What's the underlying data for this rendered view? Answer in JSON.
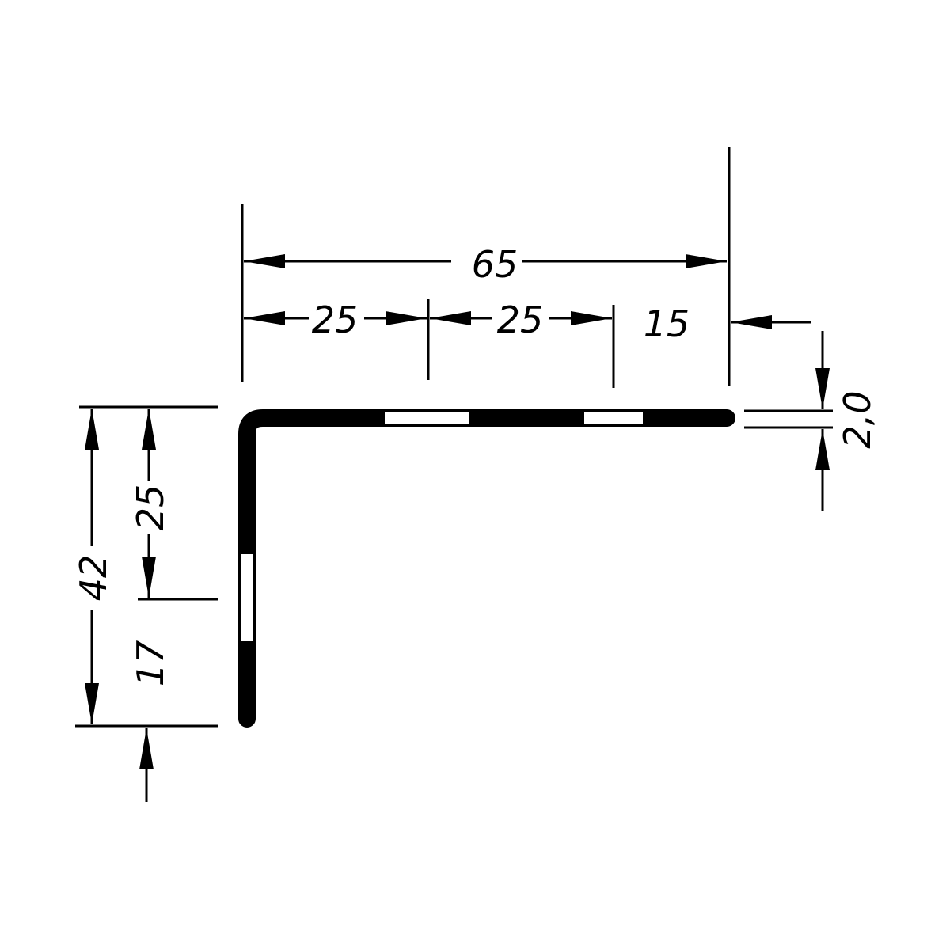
{
  "drawing": {
    "colors": {
      "ink": "#000000",
      "background": "#ffffff",
      "stripe": "#ffffff"
    },
    "dimensions": {
      "overall_width": "65",
      "segment_1": "25",
      "segment_2": "25",
      "segment_3": "15",
      "thickness": "2,0",
      "overall_height": "42",
      "upper_height": "25",
      "lower_height": "17"
    }
  }
}
